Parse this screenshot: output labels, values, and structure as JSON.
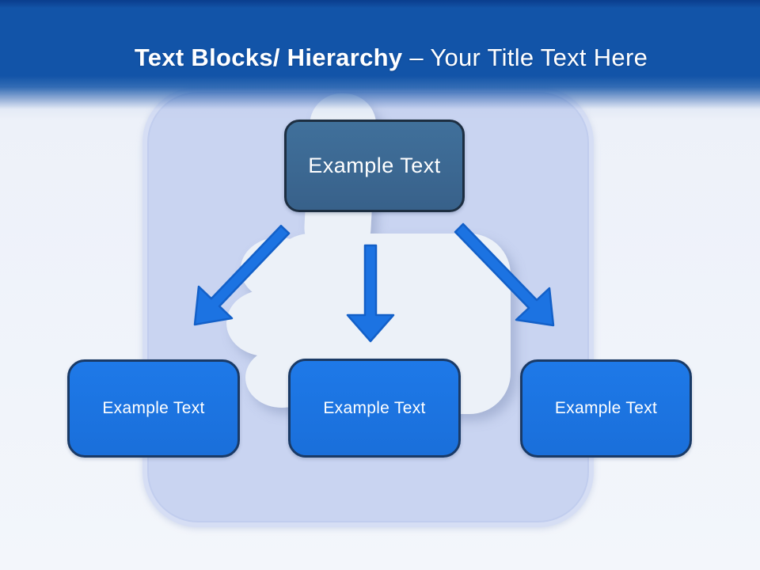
{
  "header": {
    "title_bold": "Text Blocks/ Hierarchy",
    "title_regular": "– Your Title Text Here"
  },
  "diagram": {
    "root": {
      "label": "Example Text"
    },
    "children": [
      {
        "label": "Example Text"
      },
      {
        "label": "Example Text"
      },
      {
        "label": "Example Text"
      }
    ],
    "arrows": [
      "down-left-arrow",
      "down-arrow",
      "down-right-arrow"
    ]
  },
  "watermark": {
    "icon": "thumbs-up-icon"
  },
  "colors": {
    "header_blue": "#1254a8",
    "header_top_edge": "#0a3d8d",
    "title_color": "#ffffff",
    "background": "#f0f4fa",
    "watermark_square_fill": "#c9d4f1",
    "thumb_fill": "#ecf1f8",
    "root_fill": "#3d6990",
    "root_border": "#1d2e41",
    "child_fill": "#1b74e3",
    "child_border": "#1a3a66",
    "arrow_fill": "#1c73e2",
    "arrow_stroke": "#1360c8"
  }
}
